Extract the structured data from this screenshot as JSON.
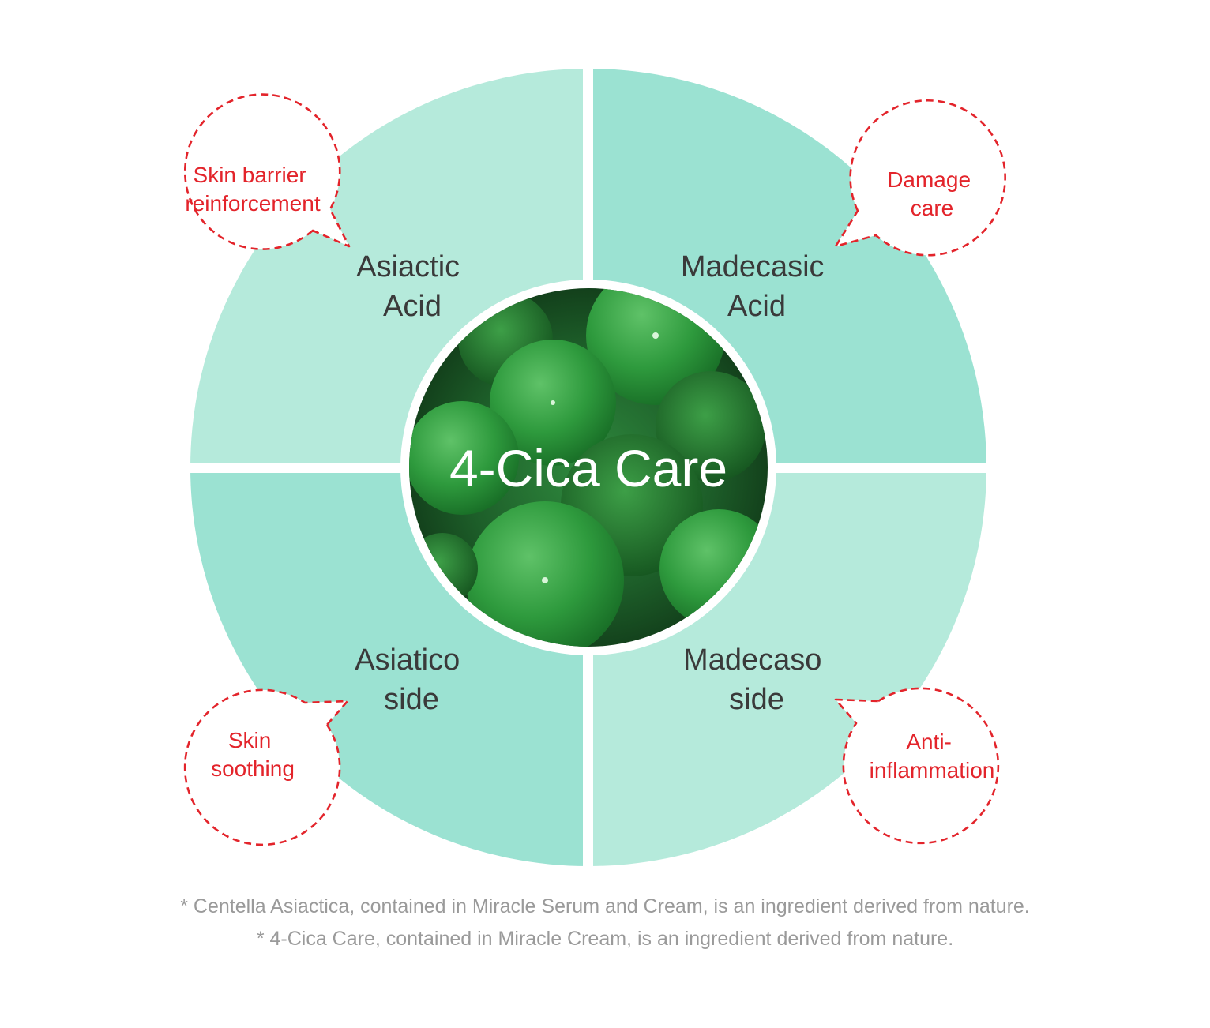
{
  "diagram": {
    "center_title": "4-Cica Care",
    "quadrants": [
      {
        "id": "top-left",
        "label_lines": [
          "Asiactic",
          "Acid"
        ],
        "bubble_lines": [
          "Skin barrier",
          "reinforcement"
        ],
        "fill": "#b5eadb"
      },
      {
        "id": "top-right",
        "label_lines": [
          "Madecasic",
          "Acid"
        ],
        "bubble_lines": [
          "Damage",
          "care"
        ],
        "fill": "#9be2d2"
      },
      {
        "id": "bottom-left",
        "label_lines": [
          "Asiatico",
          "side"
        ],
        "bubble_lines": [
          "Skin",
          "soothing"
        ],
        "fill": "#9be2d2"
      },
      {
        "id": "bottom-right",
        "label_lines": [
          "Madecaso",
          "side"
        ],
        "bubble_lines": [
          "Anti-",
          "inflammation"
        ],
        "fill": "#b5eadb"
      }
    ],
    "colors": {
      "bubble_stroke": "#e3242b",
      "bubble_text": "#e3242b",
      "quadrant_text": "#3a3a3a",
      "center_bg": "#1f6a2e",
      "footnote_text": "#9a9a9a"
    }
  },
  "footnotes": [
    "* Centella Asiactica, contained in Miracle Serum and Cream, is an ingredient derived from nature.",
    "* 4-Cica Care, contained in Miracle Cream, is an ingredient derived from nature."
  ]
}
